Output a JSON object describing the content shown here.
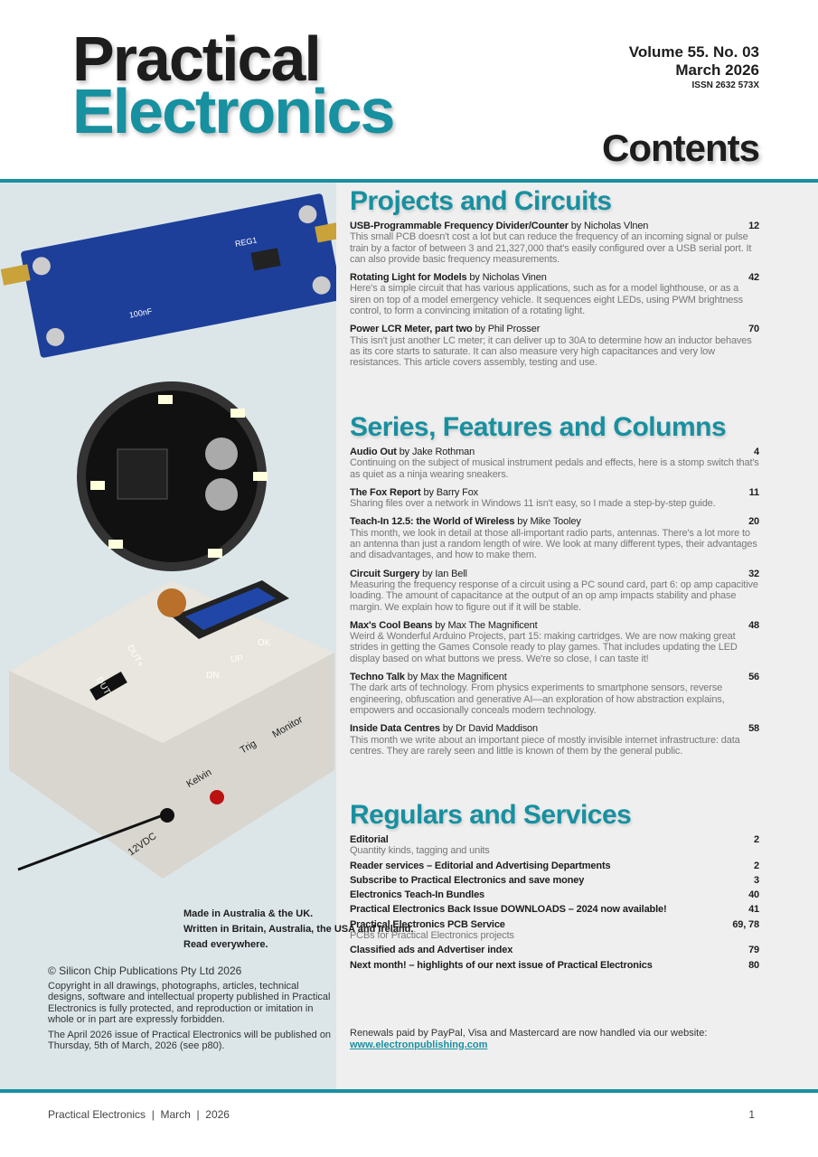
{
  "masthead": {
    "line1": "Practical",
    "line2": "Electronics"
  },
  "issue": {
    "volume": "Volume 55. No. 03",
    "date": "March 2026",
    "issn": "ISSN 2632 573X"
  },
  "page_title": "Contents",
  "sections": [
    {
      "heading": "Projects and Circuits",
      "items": [
        {
          "title": "USB-Programmable Frequency Divider/Counter",
          "by": " by Nicholas Vlnen",
          "page": "12",
          "desc": "This small PCB doesn't cost a lot but can reduce the frequency of an incoming signal or pulse train by a factor of between 3 and 21,327,000 that's easily configured over a USB serial port. It can also provide basic frequency measurements."
        },
        {
          "title": "Rotating Light for Models",
          "by": " by Nicholas Vinen",
          "page": "42",
          "desc": "Here's a simple circuit that has various applications, such as for a model lighthouse, or as a siren on top of a model emergency vehicle. It sequences eight LEDs, using PWM brightness control, to form a convincing imitation of a rotating light."
        },
        {
          "title": "Power LCR Meter, part two",
          "by": " by Phil Prosser",
          "page": "70",
          "desc": "This isn't just another LC meter; it can deliver up to 30A to determine how an inductor behaves as its core starts to saturate. It can also measure very high capacitances and very low resistances. This article covers assembly, testing and use."
        }
      ]
    },
    {
      "heading": "Series, Features and Columns",
      "items": [
        {
          "title": "Audio Out",
          "by": " by Jake Rothman",
          "page": "4",
          "desc": "Continuing on the subject of musical instrument pedals and effects, here is a stomp switch that's as quiet as a ninja wearing sneakers."
        },
        {
          "title": "The Fox Report",
          "by": " by Barry Fox",
          "page": "11",
          "desc": "Sharing files over a network in Windows 11 isn't easy, so I made a step-by-step guide."
        },
        {
          "title": "Teach-In 12.5: the World of Wireless",
          "by": " by Mike Tooley",
          "page": "20",
          "desc": "This month, we look in detail at those all-important radio parts, antennas. There's a lot more to an antenna than just a random length of wire. We look at many different types, their advantages and disadvantages, and how to make them."
        },
        {
          "title": "Circuit Surgery",
          "by": " by Ian Bell",
          "page": "32",
          "desc": "Measuring the frequency response of a circuit using a PC sound card, part 6: op amp capacitive loading. The amount of capacitance at the output of an op amp impacts stability and phase margin. We explain how to figure out if it will be stable."
        },
        {
          "title": "Max's Cool Beans",
          "by": " by Max The Magnificent",
          "page": "48",
          "desc": "Weird & Wonderful Arduino Projects, part 15: making cartridges. We are now making great strides in getting the Games Console ready to play games. That includes updating the LED display based on what buttons we press. We're so close, I can taste it!"
        },
        {
          "title": "Techno Talk",
          "by": " by Max the Magnificent",
          "page": "56",
          "desc": "The dark arts of technology. From physics experiments to smartphone sensors, reverse engineering, obfuscation and generative AI—an exploration of how abstraction explains, empowers and occasionally conceals modern technology."
        },
        {
          "title": "Inside Data Centres",
          "by": " by Dr David Maddison",
          "page": "58",
          "desc": "This month we write about an important piece of mostly invisible internet infrastructure: data centres. They are rarely seen and little is known of them by the general public."
        }
      ]
    },
    {
      "heading": "Regulars and Services",
      "items": [
        {
          "title": "Editorial",
          "by": "",
          "page": "2",
          "desc": "Quantity kinds, tagging and units"
        },
        {
          "title": "Reader services – Editorial and Advertising Departments",
          "by": "",
          "page": "2",
          "desc": ""
        },
        {
          "title": "Subscribe to Practical Electronics and save money",
          "by": "",
          "page": "3",
          "desc": ""
        },
        {
          "title": "Electronics Teach-In Bundles",
          "by": "",
          "page": "40",
          "desc": ""
        },
        {
          "title": "Practical Electronics Back Issue DOWNLOADS – 2024 now available!",
          "by": "",
          "page": "41",
          "desc": ""
        },
        {
          "title": "Practical Electronics PCB Service",
          "by": "",
          "page": "69, 78",
          "desc": "PCBs for Practical Electronics projects"
        },
        {
          "title": "Classified ads and Advertiser index",
          "by": "",
          "page": "79",
          "desc": ""
        },
        {
          "title": "Next month! – highlights of our next issue of Practical Electronics",
          "by": "",
          "page": "80",
          "desc": ""
        }
      ]
    }
  ],
  "photo_labels": {
    "dut_minus": "DUT-",
    "dut_plus": "DUT+",
    "dn": "DN",
    "up": "UP",
    "ok": "OK",
    "dc": "12VDC",
    "kelvin": "Kelvin",
    "trig": "Trig",
    "monitor": "Monitor",
    "cap": "100nF",
    "reg": "REG1"
  },
  "made": [
    "Made in Australia & the UK.",
    "Written in Britain, Australia, the USA and Ireland.",
    "Read everywhere."
  ],
  "copyright": {
    "owner": "© Silicon Chip Publications Pty Ltd 2026",
    "notice": "Copyright in all drawings, photographs, articles, technical designs, software and intellectual property published in Practical Electronics is fully protected, and reproduction or imitation in whole or in part are expressly forbidden.",
    "next_issue": "The April 2026 issue of Practical Electronics will be published on Thursday, 5th of March, 2026 (see p80)."
  },
  "renewals": {
    "text": "Renewals paid by PayPal, Visa and Mastercard are now handled via our website:",
    "link": "www.electronpublishing.com"
  },
  "footer": {
    "left": "Practical Electronics  |  March  |  2026",
    "page": "1"
  },
  "colors": {
    "accent": "#1790a0",
    "left_bg": "#dce6e9",
    "right_bg": "#efefef"
  }
}
